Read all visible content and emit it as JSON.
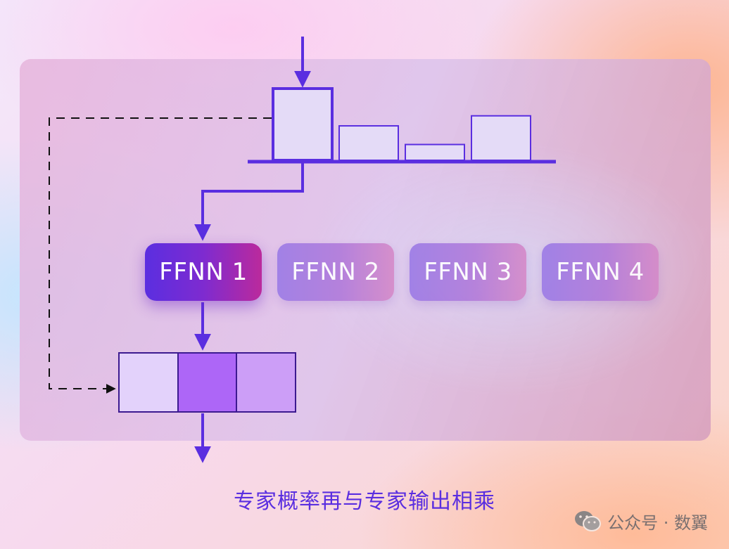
{
  "experts": [
    {
      "label": "FFNN 1",
      "selected": true
    },
    {
      "label": "FFNN 2",
      "selected": false
    },
    {
      "label": "FFNN 3",
      "selected": false
    },
    {
      "label": "FFNN 4",
      "selected": false
    }
  ],
  "router_probabilities_relative": [
    1.0,
    0.48,
    0.22,
    0.62
  ],
  "output_vector_cells": 3,
  "caption": "专家概率再与专家输出相乘",
  "watermark": "公众号 · 数翼",
  "colors": {
    "accent": "#5a2ee0",
    "bar_fill": "#e4dbf7",
    "output_cell_light": "#e3d2fb",
    "output_cell_mid": "#ad66f7",
    "output_cell_right": "#cc9ef7",
    "dashed_line": "#111111"
  }
}
